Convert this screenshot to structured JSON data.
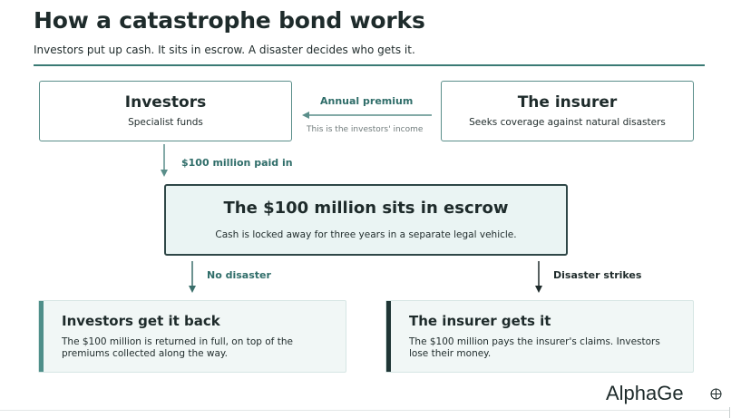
{
  "header": {
    "title": "How a catastrophe bond works",
    "subtitle": "Investors put up cash. It sits in escrow. A disaster decides who gets it."
  },
  "nodes": {
    "investors": {
      "title": "Investors",
      "subtitle": "Specialist funds"
    },
    "insurer": {
      "title": "The insurer",
      "subtitle": "Seeks coverage against natural disasters"
    },
    "escrow": {
      "title": "The $100 million sits in escrow",
      "subtitle": "Cash is locked away for three years in a separate legal vehicle."
    }
  },
  "edges": {
    "premium": {
      "label": "Annual premium",
      "note": "This is the investors' income"
    },
    "paid_in": {
      "label": "$100 million paid in"
    },
    "no_disaster": {
      "label": "No disaster"
    },
    "disaster": {
      "label": "Disaster strikes"
    }
  },
  "outcomes": {
    "investors_back": {
      "title": "Investors get it back",
      "body": "The $100 million is returned in full, on top of the premiums collected along the way."
    },
    "insurer_gets": {
      "title": "The insurer gets it",
      "body": "The $100 million pays the insurer's claims. Investors lose their money."
    }
  },
  "brand": {
    "name": "AlphaGe",
    "mark_icon": "crosshair-circle-icon"
  },
  "colors": {
    "teal": "#3a7a74",
    "dark": "#1f3535",
    "escrow_fill": "#eaf4f3"
  }
}
